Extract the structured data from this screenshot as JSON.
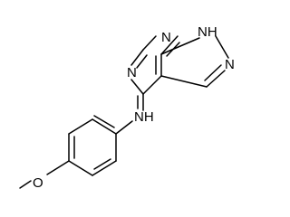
{
  "molecule": {
    "atoms": {
      "n1": "N",
      "nh_pyrazole": "NH",
      "n2": "N",
      "n3": "N",
      "nh_amine": "NH",
      "o_methoxy": "O"
    }
  }
}
